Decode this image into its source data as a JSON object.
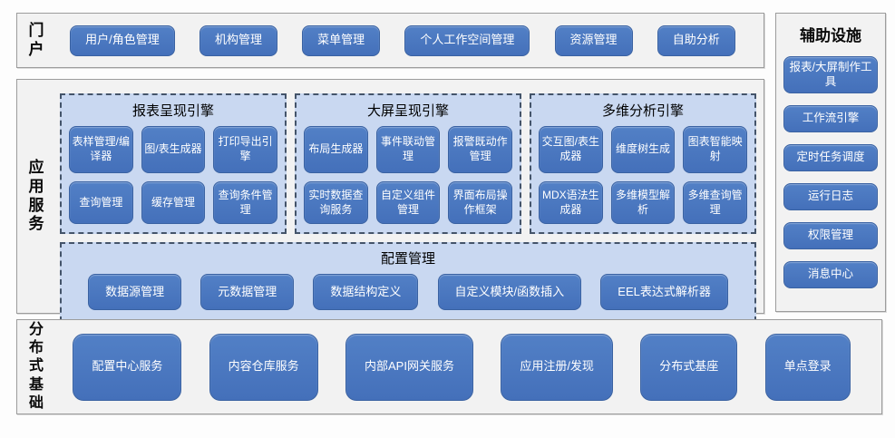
{
  "colors": {
    "block_blue": "#4470ba",
    "block_border": "#3a62a2",
    "group_fill": "#c9d8f1",
    "group_border": "#44546a",
    "section_fill": "#f2f2f2",
    "section_border": "#9c9c9c",
    "block_text": "#ffffff",
    "label_text": "#000000"
  },
  "portal": {
    "label": "门户",
    "items": [
      "用户/角色管理",
      "机构管理",
      "菜单管理",
      "个人工作空间管理",
      "资源管理",
      "自助分析"
    ]
  },
  "app_services": {
    "label": "应用服务",
    "groups": [
      {
        "title": "报表呈现引擎",
        "items": [
          "表样管理/编译器",
          "图/表生成器",
          "打印导出引擎",
          "查询管理",
          "缓存管理",
          "查询条件管理"
        ]
      },
      {
        "title": "大屏呈现引擎",
        "items": [
          "布局生成器",
          "事件联动管理",
          "报警既动作管理",
          "实时数据查询服务",
          "自定义组件管理",
          "界面布局操作框架"
        ]
      },
      {
        "title": "多维分析引擎",
        "items": [
          "交互图/表生成器",
          "维度树生成",
          "图表智能映射",
          "MDX语法生成器",
          "多维模型解析",
          "多维查询管理"
        ]
      }
    ],
    "config_group": {
      "title": "配置管理",
      "items": [
        "数据源管理",
        "元数据管理",
        "数据结构定义",
        "自定义模块/函数插入",
        "EEL表达式解析器"
      ]
    }
  },
  "auxiliary": {
    "label": "辅助设施",
    "items": [
      "报表/大屏制作工具",
      "工作流引擎",
      "定时任务调度",
      "运行日志",
      "权限管理",
      "消息中心"
    ]
  },
  "distributed": {
    "label": "分布式基础",
    "items": [
      "配置中心服务",
      "内容仓库服务",
      "内部API网关服务",
      "应用注册/发现",
      "分布式基座",
      "单点登录"
    ]
  }
}
